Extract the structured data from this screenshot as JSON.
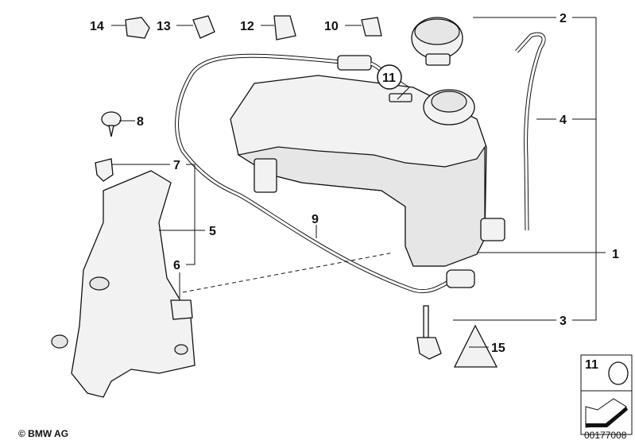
{
  "diagram": {
    "callouts": [
      "1",
      "2",
      "3",
      "4",
      "5",
      "6",
      "7",
      "8",
      "9",
      "10",
      "11",
      "12",
      "13",
      "14",
      "15"
    ],
    "inset_label": "11",
    "copyright": "© BMW AG",
    "drawing_number": "00177008"
  }
}
